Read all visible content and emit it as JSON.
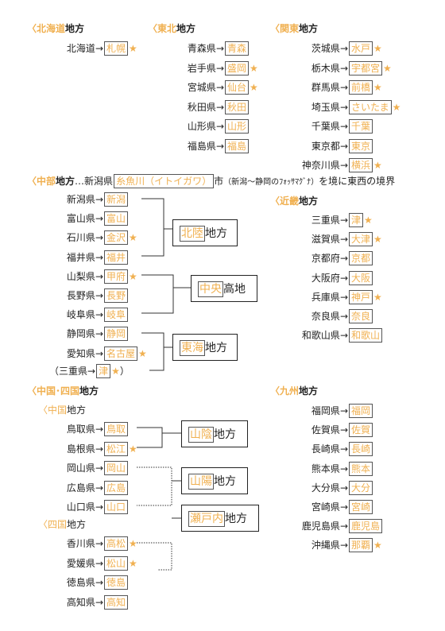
{
  "regions": {
    "hokkaido": {
      "bracket_open": "〈",
      "name": "北海道",
      "suffix": "地方",
      "items": [
        {
          "pref": "北海道",
          "capital": "札幌",
          "star": true
        }
      ]
    },
    "tohoku": {
      "bracket_open": "〈",
      "name": "東北",
      "suffix": "地方",
      "items": [
        {
          "pref": "青森県",
          "capital": "青森",
          "star": false
        },
        {
          "pref": "岩手県",
          "capital": "盛岡",
          "star": true
        },
        {
          "pref": "宮城県",
          "capital": "仙台",
          "star": true
        },
        {
          "pref": "秋田県",
          "capital": "秋田",
          "star": false
        },
        {
          "pref": "山形県",
          "capital": "山形",
          "star": false
        },
        {
          "pref": "福島県",
          "capital": "福島",
          "star": false
        }
      ]
    },
    "kanto": {
      "bracket_open": "〈",
      "name": "関東",
      "suffix": "地方",
      "items": [
        {
          "pref": "茨城県",
          "capital": "水戸",
          "star": true
        },
        {
          "pref": "栃木県",
          "capital": "宇都宮",
          "star": true
        },
        {
          "pref": "群馬県",
          "capital": "前橋",
          "star": true
        },
        {
          "pref": "埼玉県",
          "capital": "さいたま",
          "star": true
        },
        {
          "pref": "千葉県",
          "capital": "千葉",
          "star": false
        },
        {
          "pref": "東京都",
          "capital": "東京",
          "star": false
        },
        {
          "pref": "神奈川県",
          "capital": "横浜",
          "star": true
        }
      ]
    },
    "chubu": {
      "bracket_open": "〈",
      "name": "中部",
      "suffix": "地方",
      "note_prefix": "…新潟県",
      "note_box": "糸魚川（イトイガワ）",
      "note_city": "市",
      "note_small": "（新潟～静岡のﾌｫｯｻﾏｸﾞﾅ）",
      "note_tail": "を境に東西の境界",
      "items": [
        {
          "pref": "新潟県",
          "capital": "新潟",
          "star": false
        },
        {
          "pref": "富山県",
          "capital": "富山",
          "star": false
        },
        {
          "pref": "石川県",
          "capital": "金沢",
          "star": true
        },
        {
          "pref": "福井県",
          "capital": "福井",
          "star": false
        },
        {
          "pref": "山梨県",
          "capital": "甲府",
          "star": true
        },
        {
          "pref": "長野県",
          "capital": "長野",
          "star": false
        },
        {
          "pref": "岐阜県",
          "capital": "岐阜",
          "star": false
        },
        {
          "pref": "静岡県",
          "capital": "静岡",
          "star": false
        },
        {
          "pref": "愛知県",
          "capital": "名古屋",
          "star": true
        }
      ],
      "extra": {
        "open": "（三重県",
        "capital": "津",
        "close": "）"
      },
      "subregions": [
        {
          "box": "北陸",
          "suffix": "地方"
        },
        {
          "box": "中央",
          "suffix": "高地"
        },
        {
          "box": "東海",
          "suffix": "地方"
        }
      ]
    },
    "kinki": {
      "bracket_open": "〈",
      "name": "近畿",
      "suffix": "地方",
      "items": [
        {
          "pref": "三重県",
          "capital": "津",
          "star": true
        },
        {
          "pref": "滋賀県",
          "capital": "大津",
          "star": true
        },
        {
          "pref": "京都府",
          "capital": "京都",
          "star": false
        },
        {
          "pref": "大阪府",
          "capital": "大阪",
          "star": false
        },
        {
          "pref": "兵庫県",
          "capital": "神戸",
          "star": true
        },
        {
          "pref": "奈良県",
          "capital": "奈良",
          "star": false
        },
        {
          "pref": "和歌山県",
          "capital": "和歌山",
          "star": false
        }
      ]
    },
    "chugoku_shikoku": {
      "bracket_open": "〈",
      "name": "中国･四国",
      "suffix": "地方",
      "chugoku_label": {
        "open": "〈",
        "name": "中国",
        "suffix": "地方"
      },
      "shikoku_label": {
        "open": "〈",
        "name": "四国",
        "suffix": "地方"
      },
      "chugoku_items": [
        {
          "pref": "鳥取県",
          "capital": "鳥取",
          "star": false
        },
        {
          "pref": "島根県",
          "capital": "松江",
          "star": true
        },
        {
          "pref": "岡山県",
          "capital": "岡山",
          "star": false
        },
        {
          "pref": "広島県",
          "capital": "広島",
          "star": false
        },
        {
          "pref": "山口県",
          "capital": "山口",
          "star": false
        }
      ],
      "shikoku_items": [
        {
          "pref": "香川県",
          "capital": "高松",
          "star": true
        },
        {
          "pref": "愛媛県",
          "capital": "松山",
          "star": true
        },
        {
          "pref": "徳島県",
          "capital": "徳島",
          "star": false
        },
        {
          "pref": "高知県",
          "capital": "高知",
          "star": false
        }
      ],
      "subregions": [
        {
          "box": "山陰",
          "suffix": "地方"
        },
        {
          "box": "山陽",
          "suffix": "地方"
        },
        {
          "box": "瀬戸内",
          "suffix": "地方"
        }
      ]
    },
    "kyushu": {
      "bracket_open": "〈",
      "name": "九州",
      "suffix": "地方",
      "items": [
        {
          "pref": "福岡県",
          "capital": "福岡",
          "star": false
        },
        {
          "pref": "佐賀県",
          "capital": "佐賀",
          "star": false
        },
        {
          "pref": "長崎県",
          "capital": "長崎",
          "star": false
        },
        {
          "pref": "熊本県",
          "capital": "熊本",
          "star": false
        },
        {
          "pref": "大分県",
          "capital": "大分",
          "star": false
        },
        {
          "pref": "宮崎県",
          "capital": "宮崎",
          "star": false
        },
        {
          "pref": "鹿児島県",
          "capital": "鹿児島",
          "star": false
        },
        {
          "pref": "沖縄県",
          "capital": "那覇",
          "star": true
        }
      ]
    }
  },
  "symbols": {
    "arrow": "→",
    "star": "★"
  },
  "colors": {
    "accent": "#f0b050",
    "text": "#222222",
    "line": "#333333"
  }
}
